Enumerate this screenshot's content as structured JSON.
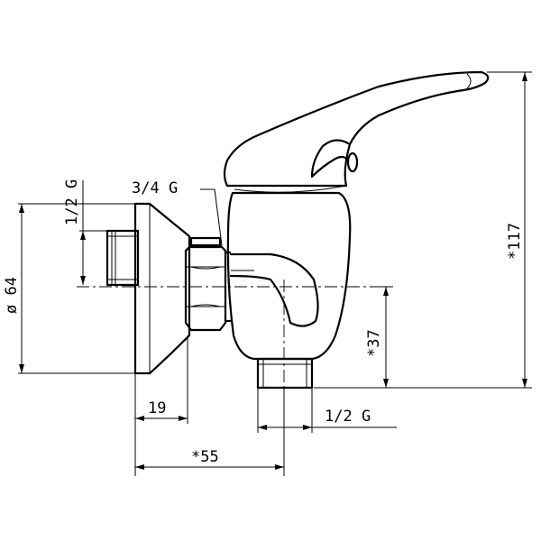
{
  "labels": {
    "thread_inlet": "1/2 G",
    "thread_nut": "3/4 G",
    "diameter": "ø 64",
    "height_total": "*117",
    "height_outlet": "*37",
    "width_flange": "19",
    "width_total": "*55",
    "thread_outlet": "1/2 G"
  }
}
